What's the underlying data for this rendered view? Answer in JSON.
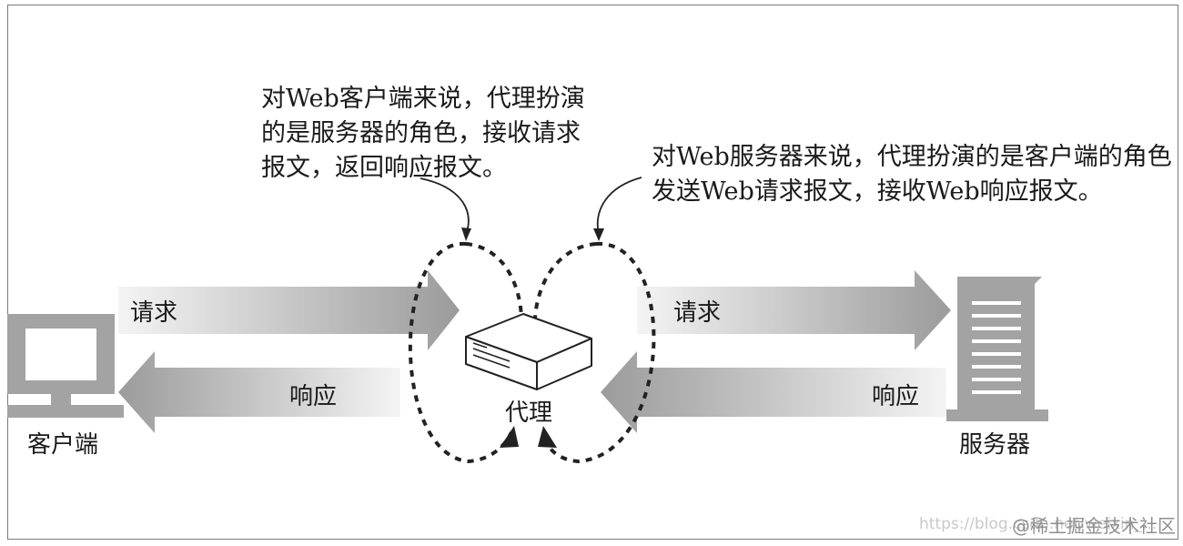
{
  "callouts": {
    "client_side": [
      "对Web客户端来说，代理扮演",
      "的是服务器的角色，接收请求",
      "报文，返回响应报文。"
    ],
    "server_side": [
      "对Web服务器来说，代理扮演的是客户端的角色",
      "发送Web请求报文，接收Web响应报文。"
    ]
  },
  "arrows": {
    "left_request": "请求",
    "left_response": "响应",
    "right_request": "请求",
    "right_response": "响应"
  },
  "nodes": {
    "client": "客户端",
    "proxy": "代理",
    "server": "服务器"
  },
  "watermark": {
    "url": "https://blog.csdn.net/weixin_...",
    "brand": "@稀土掘金技术社区"
  },
  "colors": {
    "arrow_dark": "#9a9a9a",
    "arrow_light": "#f2f2f2",
    "device": "#a3a3a3",
    "line": "#222222"
  }
}
